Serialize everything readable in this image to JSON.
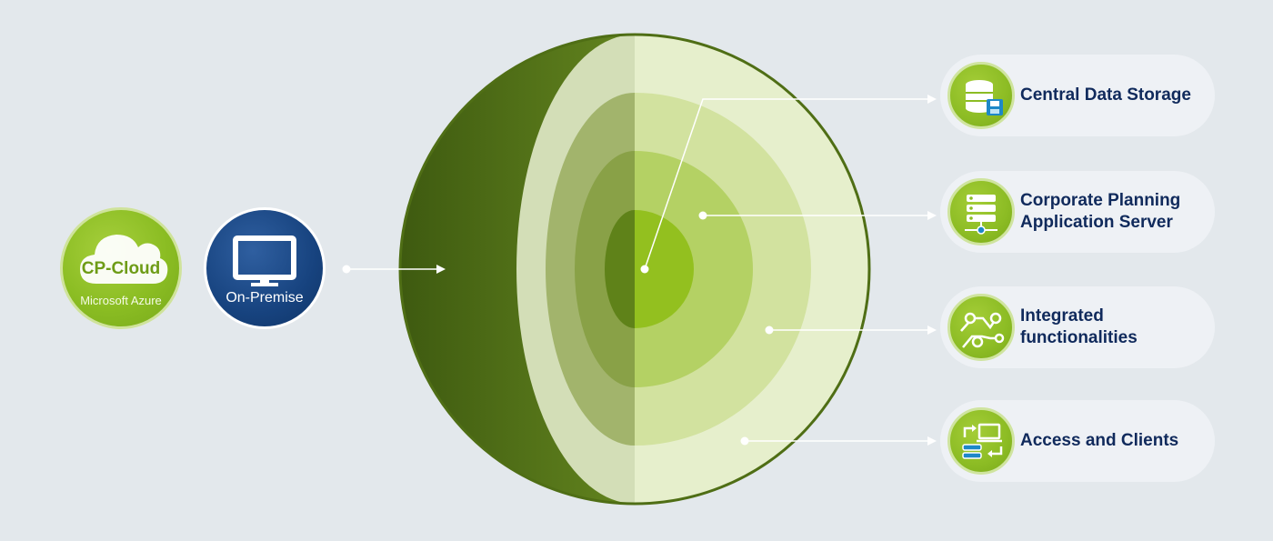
{
  "colors": {
    "background": "#e3e8ec",
    "sphere_dark_green": "#5a7a1a",
    "accent_green": "#8cbc24",
    "navy_text": "#102a5c",
    "onprem_blue": "#17437f"
  },
  "deployment": {
    "cloud": {
      "title": "CP-Cloud",
      "subtitle": "Microsoft Azure",
      "icon": "cloud-icon"
    },
    "onprem": {
      "title": "On-Premise",
      "icon": "monitor-icon"
    }
  },
  "layers": [
    {
      "label_line1": "Central Data Storage",
      "label_line2": "",
      "icon": "database-save-icon"
    },
    {
      "label_line1": "Corporate Planning",
      "label_line2": "Application Server",
      "icon": "server-rack-icon"
    },
    {
      "label_line1": "Integrated",
      "label_line2": "functionalities",
      "icon": "circuit-icon"
    },
    {
      "label_line1": "Access and Clients",
      "label_line2": "",
      "icon": "client-access-icon"
    }
  ]
}
